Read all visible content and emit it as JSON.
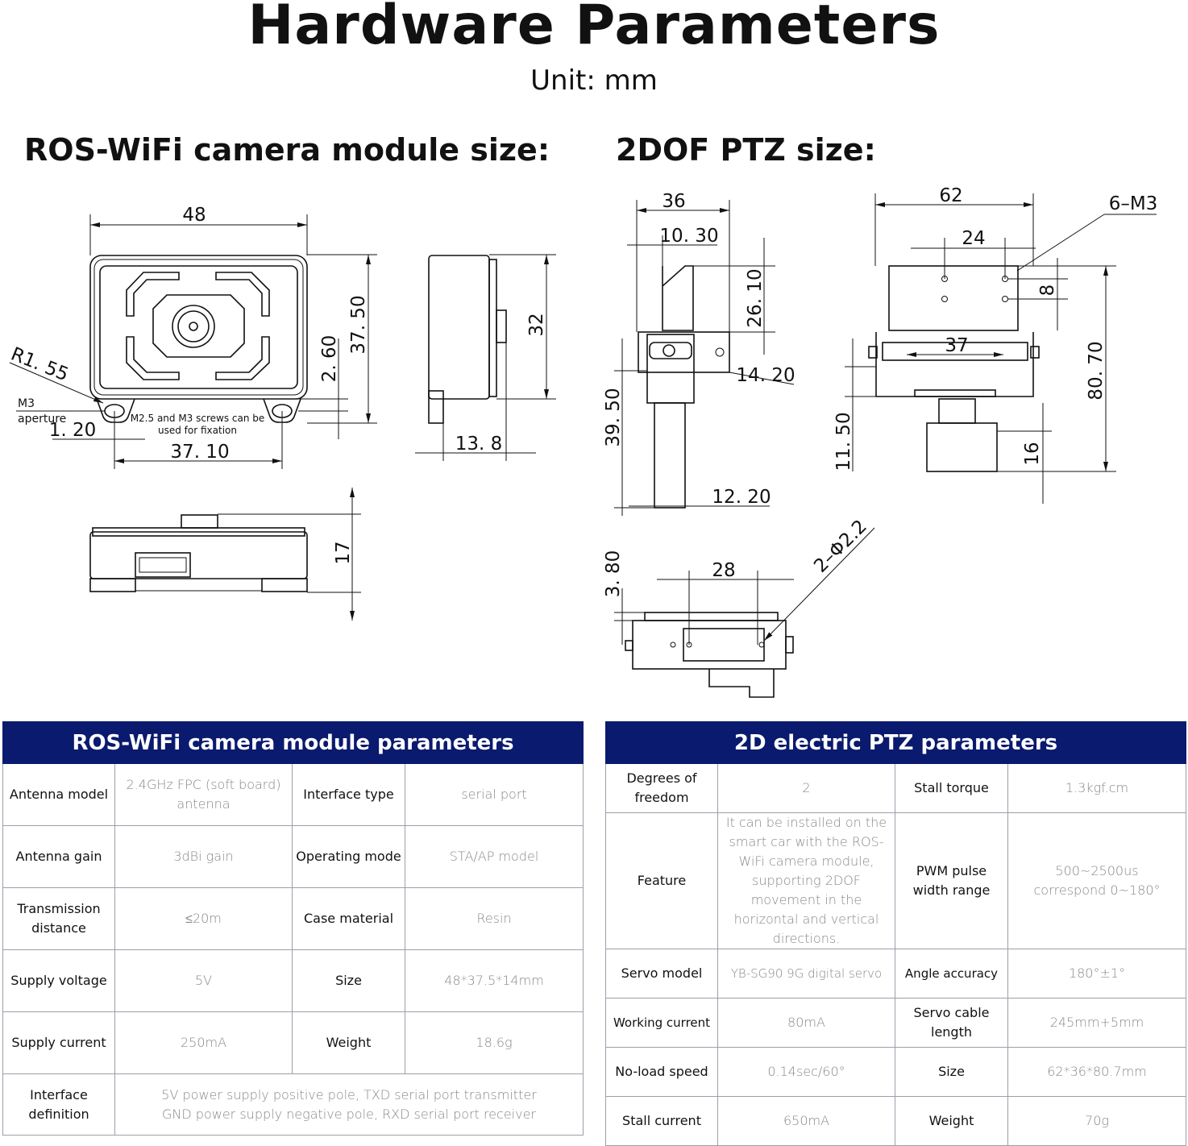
{
  "header": {
    "title": "Hardware Parameters",
    "unit": "Unit: mm"
  },
  "sections": {
    "camera_size": "ROS-WiFi camera module size:",
    "ptz_size": "2DOF PTZ size:"
  },
  "camera_drawing": {
    "width": "48",
    "height": "37. 50",
    "tab": "2. 60",
    "hole_spacing": "37. 10",
    "hole_offset": "1. 20",
    "radius": "R1. 55",
    "m3": "M3",
    "aperture": "aperture",
    "note_line1": "M2.5 and M3 screws can be",
    "note_line2": "used for fixation",
    "side_height": "32",
    "side_depth": "13. 8",
    "bottom_height": "17"
  },
  "ptz_drawing": {
    "width_36": "36",
    "dim_10_30": "10. 30",
    "dim_26_10": "26. 10",
    "dim_14_20": "14. 20",
    "dim_39_50": "39. 50",
    "dim_12_20": "12. 20",
    "width_62": "62",
    "dim_24": "24",
    "screws": "6–M3",
    "dim_8": "8",
    "dim_37": "37",
    "height_80_70": "80. 70",
    "dim_11_50": "11. 50",
    "dim_16": "16",
    "dim_28": "28",
    "dim_3_80": "3. 80",
    "holes": "2–Φ2.2"
  },
  "camera_table": {
    "title": "ROS-WiFi camera module parameters",
    "rows": [
      {
        "k1": "Antenna model",
        "v1": "2.4GHz FPC (soft board) antenna",
        "k2": "Interface type",
        "v2": "serial port"
      },
      {
        "k1": "Antenna gain",
        "v1": "3dBi gain",
        "k2": "Operating mode",
        "v2": "STA/AP model"
      },
      {
        "k1": "Transmission distance",
        "v1": "≤20m",
        "k2": "Case material",
        "v2": "Resin"
      },
      {
        "k1": "Supply voltage",
        "v1": "5V",
        "k2": "Size",
        "v2": "48*37.5*14mm"
      },
      {
        "k1": "Supply current",
        "v1": "250mA",
        "k2": "Weight",
        "v2": "18.6g"
      }
    ],
    "interface": {
      "k": "Interface definition",
      "line1": "5V power supply positive pole, TXD serial port transmitter",
      "line2": "GND power supply negative pole, RXD serial port receiver"
    }
  },
  "ptz_table": {
    "title": "2D electric PTZ parameters",
    "rows": [
      {
        "k1": "Degrees of freedom",
        "v1": "2",
        "k2": "Stall torque",
        "v2": "1.3kgf.cm"
      },
      {
        "k1": "Feature",
        "v1": "It can be installed on the smart car with the ROS-WiFi camera module, supporting 2DOF movement in the horizontal and vertical directions.",
        "k2": "PWM pulse width range",
        "v2": "500~2500us correspond 0~180°"
      },
      {
        "k1": "Servo model",
        "v1": "YB-SG90 9G digital servo",
        "k2": "Angle accuracy",
        "v2": "180°±1°"
      },
      {
        "k1": "Working current",
        "v1": "80mA",
        "k2": "Servo cable length",
        "v2": "245mm+5mm"
      },
      {
        "k1": "No-load speed",
        "v1": "0.14sec/60°",
        "k2": "Size",
        "v2": "62*36*80.7mm"
      },
      {
        "k1": "Stall current",
        "v1": "650mA",
        "k2": "Weight",
        "v2": "70g"
      }
    ]
  },
  "colors": {
    "header_bg": "#0a1a6e",
    "border": "#9aa0a8",
    "value_text": "#888888"
  }
}
